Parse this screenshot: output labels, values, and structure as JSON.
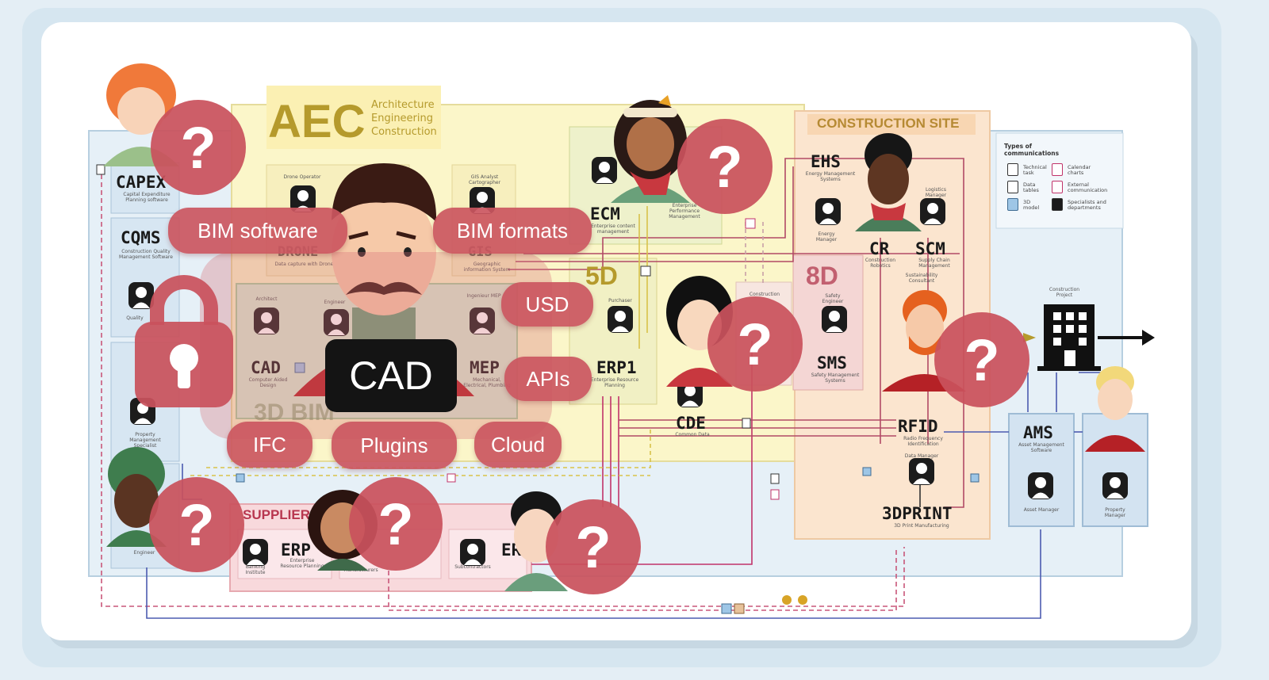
{
  "regions": {
    "aec": {
      "code": "AEC",
      "line1": "Architecture",
      "line2": "Engineering",
      "line3": "Construction"
    },
    "construction_site": "CONSTRUCTION SITE",
    "suppliers": "SUPPLIERS",
    "five_d": "5D",
    "eight_d": "8D",
    "three_d_bim": "3D BIM",
    "drone": "DRONE",
    "gis": "GIS"
  },
  "systems": {
    "capex": {
      "code": "CAPEX",
      "desc": "Capital Expenditure Planning software"
    },
    "cqms": {
      "code": "CQMS",
      "desc": "Construction Quality Management Software"
    },
    "ecm": {
      "code": "ECM",
      "desc": "Enterprise content management"
    },
    "ehs": {
      "code": "EHS",
      "desc": "Energy Management Systems"
    },
    "cr": {
      "code": "CR",
      "desc": "Construction Robotics"
    },
    "scm": {
      "code": "SCM",
      "desc": "Supply Chain Management"
    },
    "sms": {
      "code": "SMS",
      "desc": "Safety Management Systems"
    },
    "rfid": {
      "code": "RFID",
      "desc": "Radio Frequency Identification"
    },
    "ams": {
      "code": "AMS",
      "desc": "Asset Management Software"
    },
    "cde": {
      "code": "CDE",
      "desc": "Common Data"
    },
    "erp1": {
      "code": "ERP1",
      "desc": "Enterprise Resource Planning"
    },
    "cad": {
      "code": "CAD",
      "desc": "Computer Aided Design"
    },
    "mep": {
      "code": "MEP",
      "desc": "Mechanical, Electrical, Plumbing"
    },
    "print3d": {
      "code": "3DPRINT",
      "desc": "3D Print Manufacturing"
    },
    "erp_sup1": {
      "code": "ERP",
      "desc": "Enterprise Resource Planning"
    },
    "erp_sup2": {
      "code": "ERP",
      "desc": ""
    }
  },
  "roles": {
    "drone_operator": "Drone Operator",
    "gis_analyst": "GIS Analyst Cartographer",
    "architect": "Architect",
    "engineer_aec": "Engineer",
    "ingenieur_mep": "Ingenieur MEP",
    "purchaser": "Purchaser",
    "energy_manager": "Energy Manager",
    "logistics_manager": "Logistics Manager",
    "sustainability": "Sustainability Consultant",
    "safety_engineer": "Safety Engineer",
    "data_manager": "Data Manager",
    "asset_manager": "Asset Manager",
    "property_manager": "Property Manager",
    "property_mgmt_specialist": "Property Management Specialist",
    "engineer": "Engineer",
    "banking": "Banking Institute",
    "manufacturers": "Manufacturers",
    "subcontractors": "Subcontractors",
    "construction_project": "Construction Project",
    "construction": "Construction",
    "quality": "Quality",
    "enterprise_perf": "Enterprise Performance Management",
    "drone_sub": "Data capture with Drones",
    "gis_sub": "Geographic information System"
  },
  "legend": {
    "title": "Types of communications",
    "technical_task": "Technical task",
    "calendar_charts": "Calendar charts",
    "data_tables": "Data tables",
    "external_comm": "External communication",
    "model_3d": "3D model",
    "specialists": "Specialists and departments"
  },
  "overlay": {
    "bim_software": "BIM software",
    "bim_formats": "BIM formats",
    "usd": "USD",
    "apis": "APIs",
    "ifc": "IFC",
    "plugins": "Plugins",
    "cloud": "Cloud",
    "cad": "CAD",
    "question": "?"
  },
  "colors": {
    "accent_red": "#c9525c",
    "aec_yellow": "#fbf6c9",
    "site_peach": "#fbe5cf",
    "outer_blue": "#e6f0f7",
    "green_box": "#d8ecd2",
    "suppliers_pink": "#f8d9dc"
  }
}
